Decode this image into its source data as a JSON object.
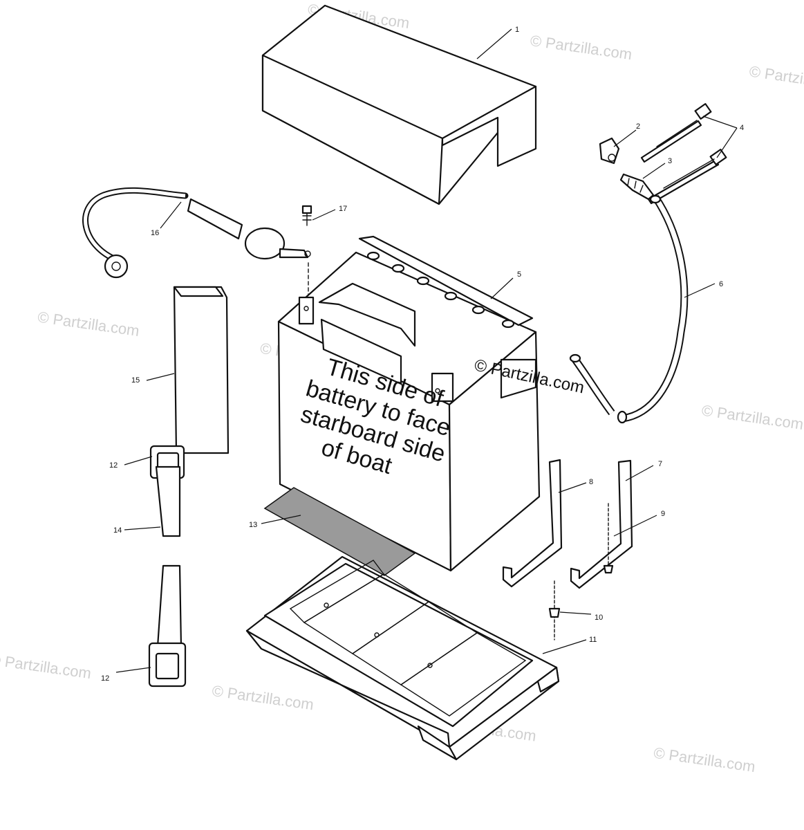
{
  "watermark": "© Partzilla.com",
  "battery_note": [
    "This side of",
    "battery to face",
    "starboard side",
    "of boat"
  ],
  "callouts": {
    "c1": "1",
    "c2": "2",
    "c3": "3",
    "c4": "4",
    "c5": "5",
    "c6": "6",
    "c7": "7",
    "c8": "8",
    "c9": "9",
    "c10": "10",
    "c11": "11",
    "c12a": "12",
    "c12b": "12",
    "c13": "13",
    "c14": "14",
    "c15": "15",
    "c16": "16",
    "c17": "17"
  }
}
